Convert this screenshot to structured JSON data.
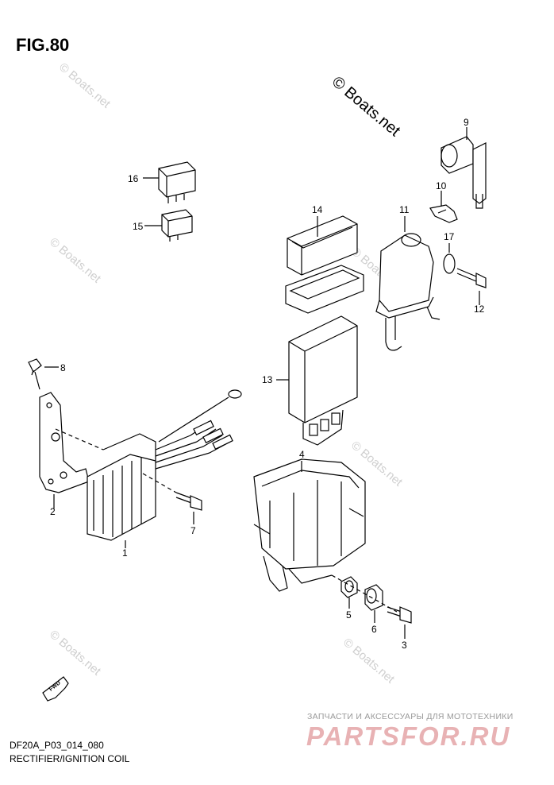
{
  "figure": {
    "title": "FIG.80"
  },
  "copyright": "© Boats.net",
  "watermark": "© Boats.net",
  "footer": {
    "model_code": "DF20A_P03_014_080",
    "caption": "RECTIFIER/IGNITION COIL"
  },
  "promo": {
    "tagline": "ЗАПЧАСТИ И АКСЕССУАРЫ ДЛЯ МОТОТЕХНИКИ",
    "brand": "PARTSFOR.RU"
  },
  "fwd_arrow": "FWD",
  "callouts": [
    "1",
    "2",
    "3",
    "4",
    "5",
    "6",
    "7",
    "8",
    "9",
    "10",
    "11",
    "12",
    "13",
    "14",
    "15",
    "16",
    "17"
  ],
  "colors": {
    "line": "#000000",
    "watermark": "#cfcfcf",
    "brand": "#e8b2b4"
  }
}
